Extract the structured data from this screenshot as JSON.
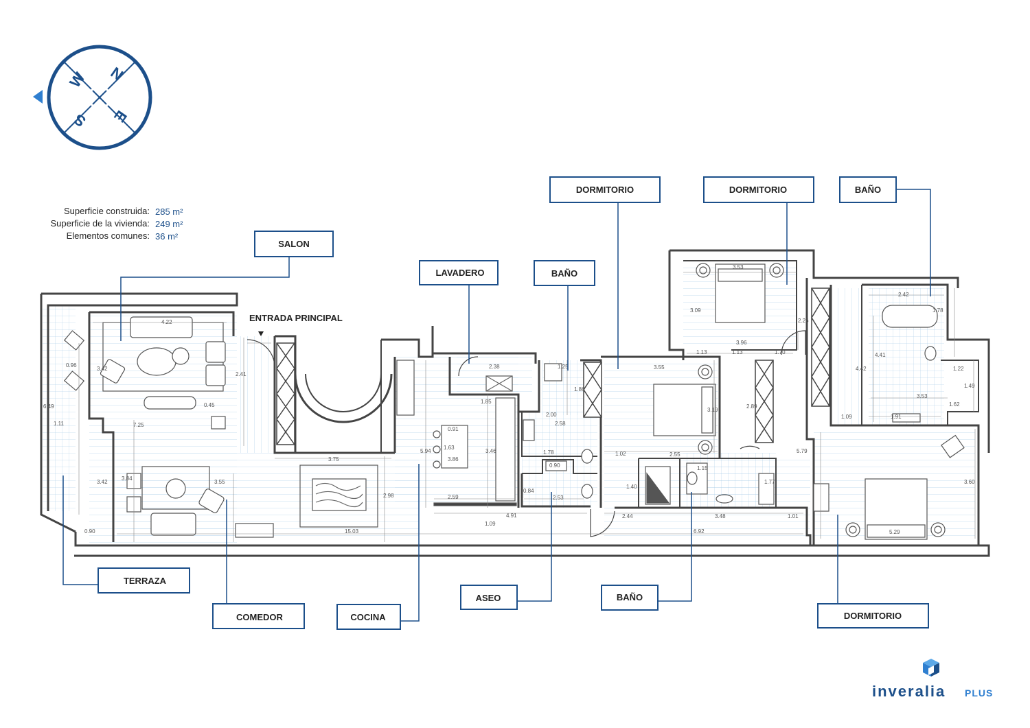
{
  "colors": {
    "accent": "#1c4f8a",
    "wall": "#444444",
    "grid": "#9cc6e4",
    "callout": "#1c4f8a"
  },
  "compass": {
    "n": "N",
    "e": "E",
    "s": "S",
    "w": "W",
    "icon": "compass-icon"
  },
  "areas": [
    {
      "label": "Superficie construida:",
      "value": "285 m²"
    },
    {
      "label": "Superficie de la vivienda:",
      "value": "249 m²"
    },
    {
      "label": "Elementos comunes:",
      "value": "36 m²"
    }
  ],
  "entrance": "ENTRADA PRINCIPAL",
  "rooms": {
    "salon": "SALON",
    "lavadero": "LAVADERO",
    "bano_top": "BAÑO",
    "dormitorio_1": "DORMITORIO",
    "dormitorio_2": "DORMITORIO",
    "bano_right": "BAÑO",
    "terraza": "TERRAZA",
    "comedor": "COMEDOR",
    "cocina": "COCINA",
    "aseo": "ASEO",
    "bano_bottom": "BAÑO",
    "dormitorio_3": "DORMITORIO"
  },
  "dimensions": [
    "4.22",
    "3.42",
    "0.45",
    "2.41",
    "7.25",
    "3.84",
    "3.55",
    "3.42",
    "6.49",
    "1.11",
    "0.96",
    "0.90",
    "3.75",
    "15.03",
    "2.38",
    "1.85",
    "3.46",
    "2.59",
    "5.94",
    "4.91",
    "2.98",
    "1.09",
    "1.25",
    "2.00",
    "2.58",
    "1.78",
    "1.86",
    "2.53",
    "0.90",
    "0.84",
    "3.55",
    "3.19",
    "2.55",
    "1.02",
    "1.40",
    "2.44",
    "2.89",
    "3.48",
    "1.15",
    "1.77",
    "1.01",
    "6.92",
    "3.53",
    "3.09",
    "3.96",
    "1.13",
    "1.13",
    "1.70",
    "2.26",
    "2.42",
    "1.78",
    "4.42",
    "4.41",
    "1.22",
    "1.49",
    "3.53",
    "1.09",
    "1.91",
    "1.62",
    "5.79",
    "3.60",
    "5.29",
    "0.91",
    "1.63",
    "3.86"
  ],
  "logo": {
    "name": "inveralia",
    "suffix": "PLUS",
    "icon": "cube-logo-icon"
  }
}
